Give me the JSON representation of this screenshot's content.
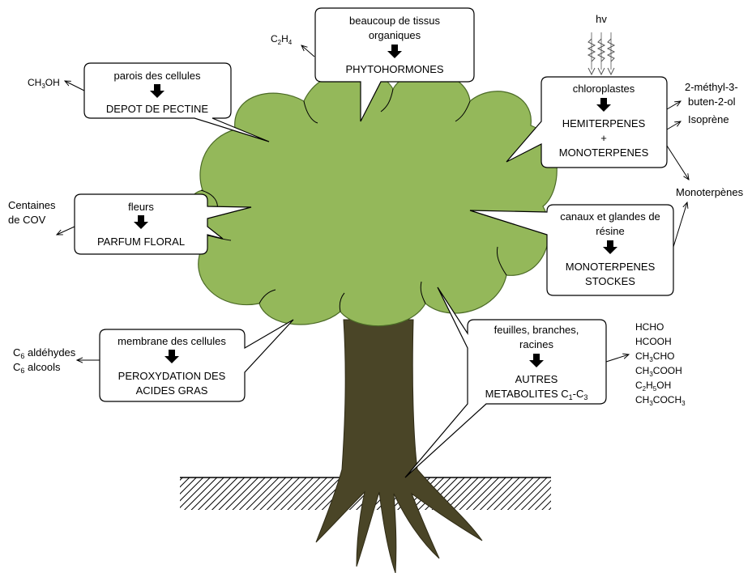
{
  "colors": {
    "canopy": "#94b85a",
    "canopy_stroke": "#4b6a26",
    "trunk": "#4a4527",
    "outline": "#000000",
    "background": "#ffffff"
  },
  "light": {
    "label": "hv"
  },
  "boxes": {
    "parois": {
      "source": "parois des cellules",
      "product": "DEPOT DE PECTINE"
    },
    "tissus": {
      "source_line1": "beaucoup de tissus",
      "source_line2": "organiques",
      "product": "PHYTOHORMONES"
    },
    "chloro": {
      "source": "chloroplastes",
      "product_line1": "HEMITERPENES",
      "plus": "+",
      "product_line2": "MONOTERPENES"
    },
    "fleurs": {
      "source": "fleurs",
      "product": "PARFUM FLORAL"
    },
    "resine": {
      "source_line1": "canaux et glandes de",
      "source_line2": "résine",
      "product_line1": "MONOTERPENES",
      "product_line2": "STOCKES"
    },
    "membrane": {
      "source": "membrane des cellules",
      "product_line1": "PEROXYDATION DES",
      "product_line2": "ACIDES GRAS"
    },
    "feuilles": {
      "source_line1": "feuilles, branches,",
      "source_line2": "racines",
      "product_line1": "AUTRES",
      "product_line2_main": "METABOLITES C",
      "product_line2_sub1": "1",
      "product_line2_dash": "-C",
      "product_line2_sub2": "3"
    }
  },
  "emissions": {
    "ethylene": {
      "a": "C",
      "a_sub": "2",
      "b": "H",
      "b_sub": "4"
    },
    "methanol": {
      "a": "CH",
      "a_sub": "3",
      "b": "OH"
    },
    "methylbutenol_line1": "2-méthyl-3-",
    "methylbutenol_line2": "buten-2-ol",
    "isoprene": "Isoprène",
    "monoterpenes": "Monoterpènes",
    "cov_line1": "Centaines",
    "cov_line2": "de COV",
    "aldehydes": {
      "a": "C",
      "a_sub": "6",
      "b": " aldéhydes"
    },
    "alcools": {
      "a": "C",
      "a_sub": "6",
      "b": " alcools"
    },
    "oxygenated": {
      "hcho": "HCHO",
      "hcooh": "HCOOH",
      "ch3cho": {
        "a": "CH",
        "a_sub": "3",
        "b": "CHO"
      },
      "ch3cooh": {
        "a": "CH",
        "a_sub": "3",
        "b": "COOH"
      },
      "c2h5oh": {
        "a": "C",
        "a_sub": "2",
        "b": "H",
        "b_sub": "5",
        "c": "OH"
      },
      "ch3coch3": {
        "a": "CH",
        "a_sub": "3",
        "b": "COCH",
        "b_sub": "3"
      }
    }
  }
}
